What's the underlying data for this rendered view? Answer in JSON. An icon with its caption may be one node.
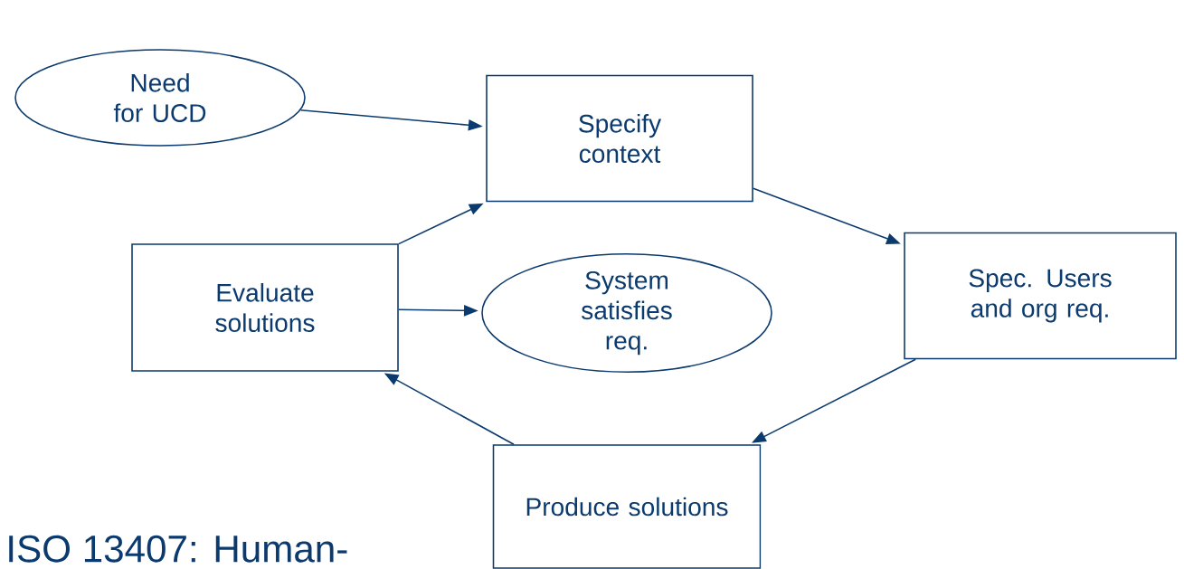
{
  "diagram": {
    "nodes": [
      {
        "text": [
          "Need for UCD"
        ]
      },
      {
        "text": [
          "Specify context"
        ]
      },
      {
        "text": [
          "Spec. Users and org req."
        ]
      },
      {
        "text": [
          "Produce solutions"
        ]
      },
      {
        "text": [
          "Evaluate solutions"
        ]
      },
      {
        "text": [
          "System satisfies req."
        ]
      }
    ],
    "edges": [
      {
        "from": 0,
        "to": 1,
        "arrow": "to"
      },
      {
        "from": 4,
        "to": 1,
        "arrow": "to"
      },
      {
        "from": 1,
        "to": 2,
        "arrow": "to"
      },
      {
        "from": 2,
        "to": 3,
        "arrow": "to"
      },
      {
        "from": 3,
        "to": 4,
        "arrow": "to"
      },
      {
        "from": 4,
        "to": 5,
        "arrow": "to"
      }
    ],
    "labels": [
      "ISO 13407: Human-"
    ]
  }
}
